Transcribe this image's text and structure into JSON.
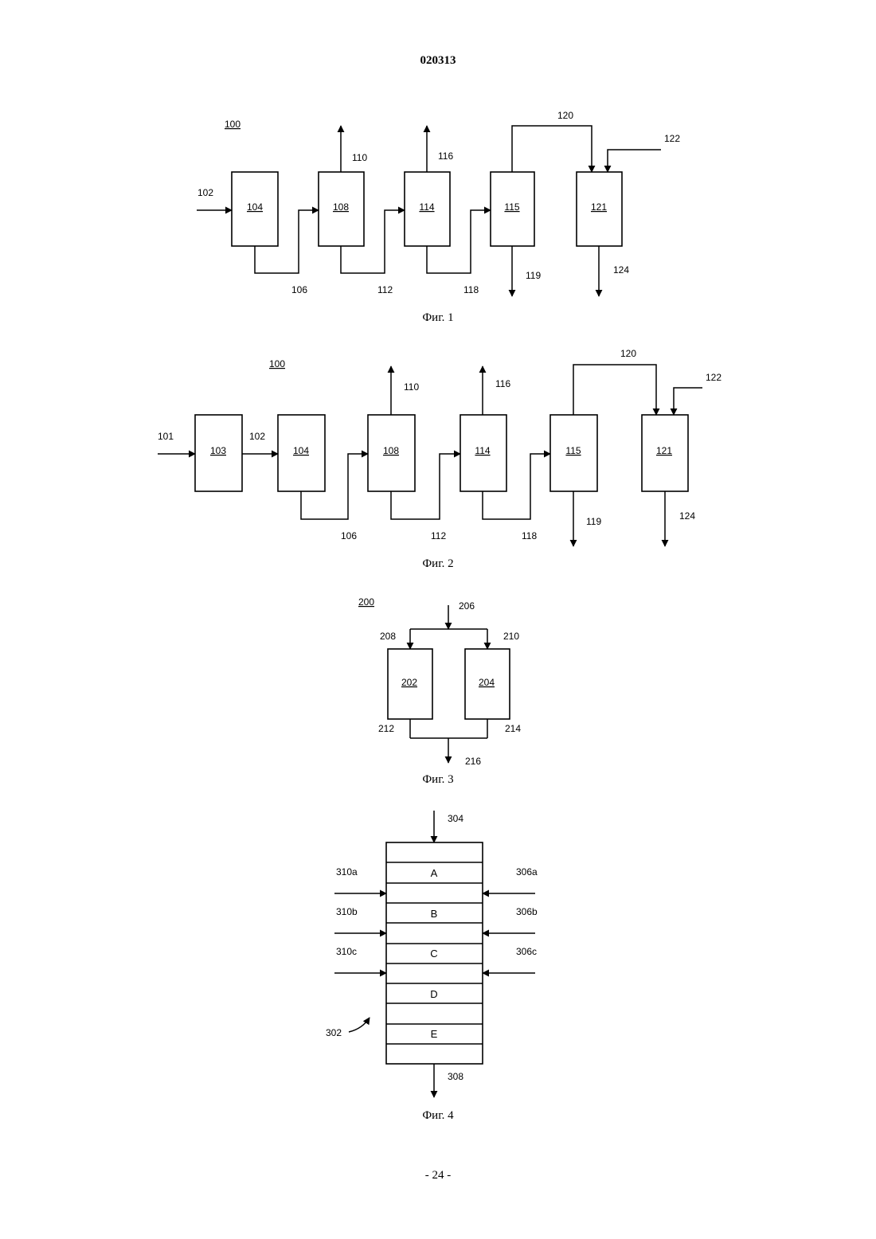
{
  "header": {
    "document_number": "020313"
  },
  "footer": {
    "page_number": "- 24 -"
  },
  "fig1": {
    "caption": "Фиг. 1",
    "system_label": "100",
    "boxes": [
      "104",
      "108",
      "114",
      "115",
      "121"
    ],
    "streams": {
      "s102": "102",
      "s106": "106",
      "s110": "110",
      "s112": "112",
      "s116": "116",
      "s118": "118",
      "s119": "119",
      "s120": "120",
      "s122": "122",
      "s124": "124"
    }
  },
  "fig2": {
    "caption": "Фиг. 2",
    "system_label": "100",
    "boxes": [
      "103",
      "104",
      "108",
      "114",
      "115",
      "121"
    ],
    "streams": {
      "s101": "101",
      "s102": "102",
      "s106": "106",
      "s110": "110",
      "s112": "112",
      "s116": "116",
      "s118": "118",
      "s119": "119",
      "s120": "120",
      "s122": "122",
      "s124": "124"
    }
  },
  "fig3": {
    "caption": "Фиг. 3",
    "system_label": "200",
    "boxes": [
      "202",
      "204"
    ],
    "streams": {
      "s206": "206",
      "s208": "208",
      "s210": "210",
      "s212": "212",
      "s214": "214",
      "s216": "216"
    }
  },
  "fig4": {
    "caption": "Фиг. 4",
    "reactor_label": "302",
    "zones": [
      "A",
      "B",
      "C",
      "D",
      "E"
    ],
    "streams": {
      "s304": "304",
      "s308": "308",
      "s306a": "306a",
      "s306b": "306b",
      "s306c": "306c",
      "s310a": "310a",
      "s310b": "310b",
      "s310c": "310c"
    }
  }
}
